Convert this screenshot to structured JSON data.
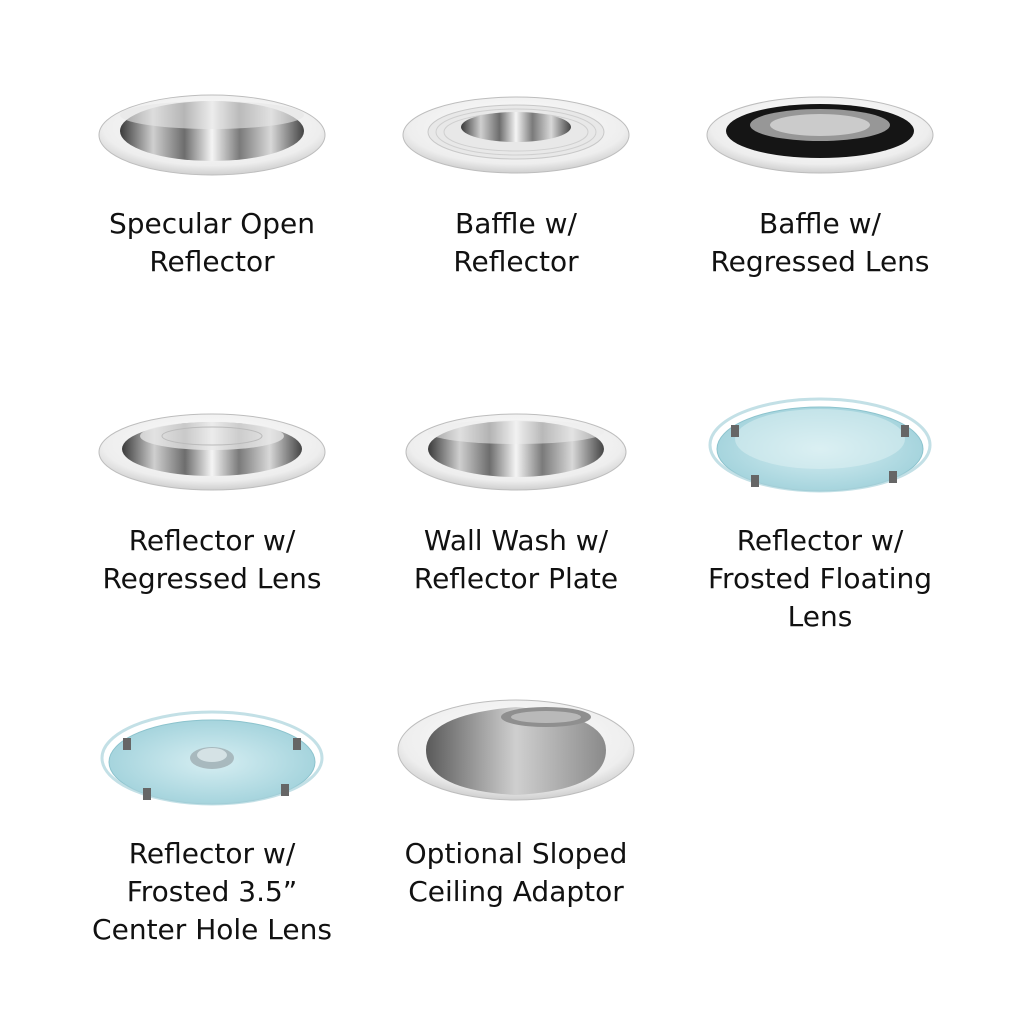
{
  "items": [
    {
      "id": "specular-open-reflector",
      "icon": "specular-open-reflector-icon",
      "lines": [
        "Specular Open",
        "Reflector"
      ]
    },
    {
      "id": "baffle-reflector",
      "icon": "baffle-reflector-icon",
      "lines": [
        "Baffle w/",
        "Reflector"
      ]
    },
    {
      "id": "baffle-regressed-lens",
      "icon": "baffle-regressed-lens-icon",
      "lines": [
        "Baffle w/",
        "Regressed Lens"
      ]
    },
    {
      "id": "reflector-regressed-lens",
      "icon": "reflector-regressed-lens-icon",
      "lines": [
        "Reflector w/",
        "Regressed Lens"
      ]
    },
    {
      "id": "wall-wash-reflector-plate",
      "icon": "wall-wash-reflector-plate-icon",
      "lines": [
        "Wall Wash w/",
        "Reflector Plate"
      ]
    },
    {
      "id": "reflector-frosted-floating-lens",
      "icon": "frosted-floating-lens-icon",
      "lines": [
        "Reflector w/",
        "Frosted Floating",
        "Lens"
      ]
    },
    {
      "id": "reflector-frosted-center-hole-lens",
      "icon": "frosted-center-hole-lens-icon",
      "lines": [
        "Reflector w/",
        "Frosted 3.5”",
        "Center Hole Lens"
      ]
    },
    {
      "id": "sloped-ceiling-adaptor",
      "icon": "sloped-ceiling-adaptor-icon",
      "lines": [
        "Optional Sloped",
        "Ceiling Adaptor"
      ]
    }
  ],
  "colors": {
    "trim": "#f2f2f2",
    "chrome": "#9a9a9a",
    "baffle_black": "#1a1a1a",
    "lens_blue": "#bfe3ea"
  }
}
